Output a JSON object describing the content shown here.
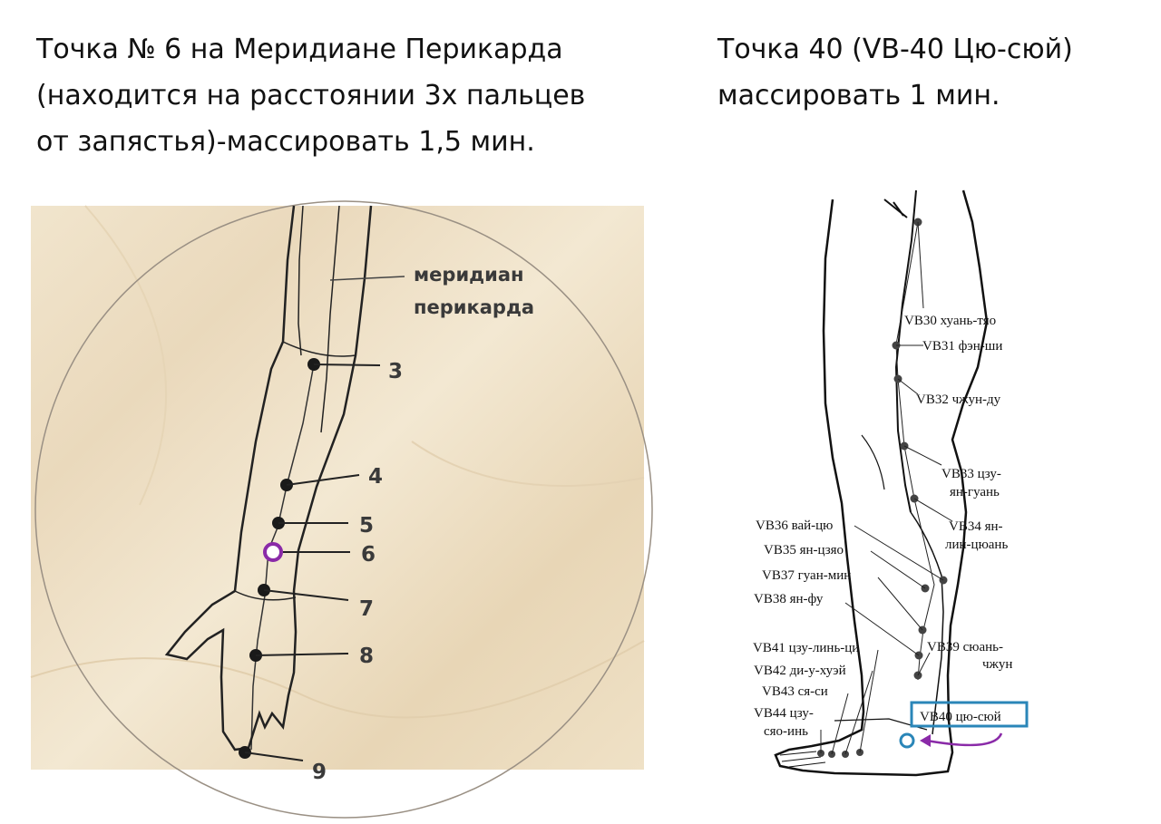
{
  "left_caption": {
    "line1": "Точка № 6 на Меридиане Перикарда",
    "line2": "(находится на расстоянии 3х пальцев",
    "line3": "от запястья)-массировать 1,5 мин."
  },
  "right_caption": {
    "line1": "Точка 40 (VB-40 Цю-сюй)",
    "line2": "массировать 1 мин."
  },
  "arm_figure": {
    "meridian_label_1": "меридиан",
    "meridian_label_2": "перикарда",
    "points": [
      "3",
      "4",
      "5",
      "6",
      "7",
      "8",
      "9"
    ],
    "highlight_color": "#8a2aa8"
  },
  "leg_figure": {
    "labels": {
      "vb30": "VB30 хуань-тяо",
      "vb31": "VB31 фэн-ши",
      "vb32": "VB32 чжун-ду",
      "vb33a": "VB33 цзу-",
      "vb33b": "ян-гуань",
      "vb34a": "VB34 ян-",
      "vb34b": "лин-цюань",
      "vb36": "VB36 вай-цю",
      "vb35": "VB35 ян-цзяо",
      "vb37": "VB37 гуан-мин",
      "vb38": "VB38 ян-фу",
      "vb41": "VB41 цзу-линь-ци",
      "vb42": "VB42 ди-у-хуэй",
      "vb43": "VB43 ся-си",
      "vb44a": "VB44 цзу-",
      "vb44b": "сяо-инь",
      "vb39a": "VB39 сюань-",
      "vb39b": "чжун",
      "vb40": "VB40 цю-сюй"
    },
    "highlight_color": "#2a86b8",
    "arrow_color": "#8a2aa8"
  }
}
